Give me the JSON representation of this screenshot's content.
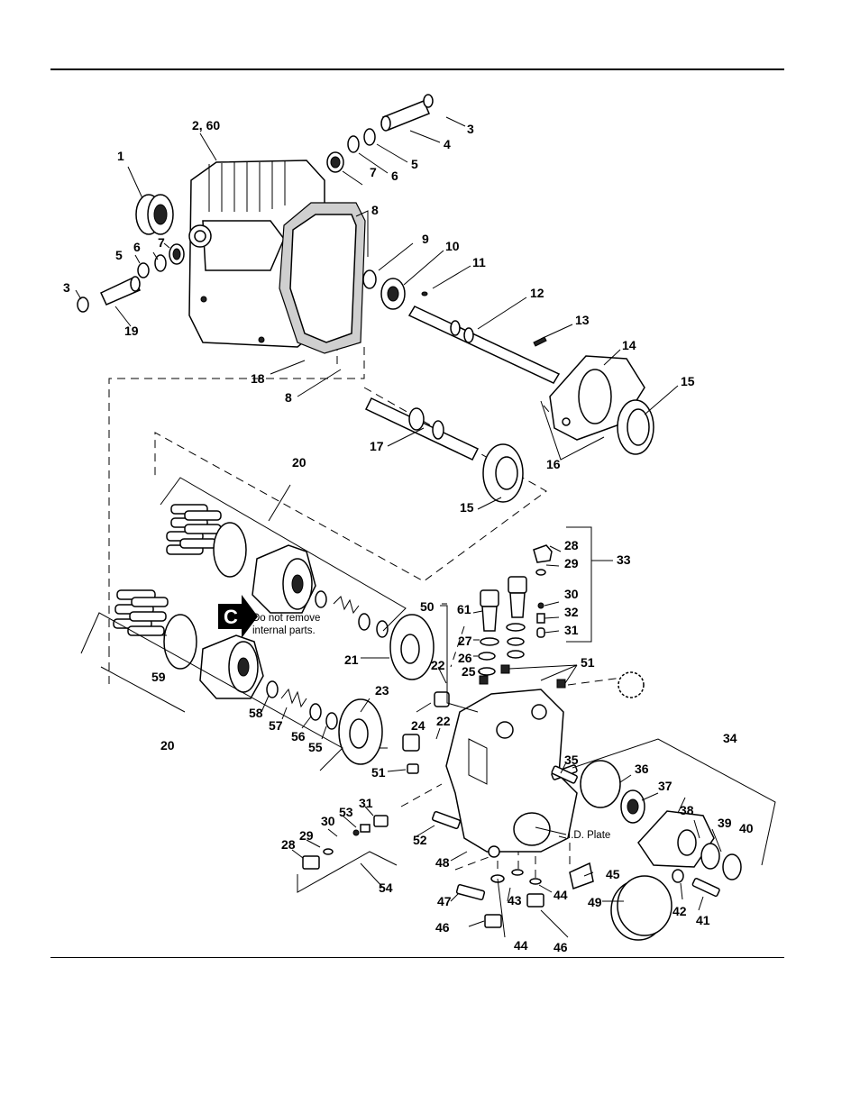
{
  "callout_badge": {
    "letter": "C",
    "note_line1": "Do not remove",
    "note_line2": "internal parts."
  },
  "id_plate_label": "I.D. Plate",
  "part_labels": [
    {
      "n": "1"
    },
    {
      "n": "2, 60"
    },
    {
      "n": "3"
    },
    {
      "n": "4"
    },
    {
      "n": "5"
    },
    {
      "n": "6"
    },
    {
      "n": "7"
    },
    {
      "n": "8"
    },
    {
      "n": "9"
    },
    {
      "n": "10"
    },
    {
      "n": "11"
    },
    {
      "n": "12"
    },
    {
      "n": "13"
    },
    {
      "n": "14"
    },
    {
      "n": "15"
    },
    {
      "n": "7"
    },
    {
      "n": "6"
    },
    {
      "n": "5"
    },
    {
      "n": "3"
    },
    {
      "n": "19"
    },
    {
      "n": "18"
    },
    {
      "n": "8"
    },
    {
      "n": "17"
    },
    {
      "n": "16"
    },
    {
      "n": "15"
    },
    {
      "n": "20"
    },
    {
      "n": "28"
    },
    {
      "n": "29"
    },
    {
      "n": "33"
    },
    {
      "n": "50"
    },
    {
      "n": "61"
    },
    {
      "n": "30"
    },
    {
      "n": "32"
    },
    {
      "n": "31"
    },
    {
      "n": "27"
    },
    {
      "n": "26"
    },
    {
      "n": "25"
    },
    {
      "n": "51"
    },
    {
      "n": "21"
    },
    {
      "n": "22"
    },
    {
      "n": "59"
    },
    {
      "n": "23"
    },
    {
      "n": "58"
    },
    {
      "n": "57"
    },
    {
      "n": "56"
    },
    {
      "n": "55"
    },
    {
      "n": "24"
    },
    {
      "n": "22"
    },
    {
      "n": "20"
    },
    {
      "n": "51"
    },
    {
      "n": "35"
    },
    {
      "n": "34"
    },
    {
      "n": "36"
    },
    {
      "n": "37"
    },
    {
      "n": "38"
    },
    {
      "n": "31"
    },
    {
      "n": "53"
    },
    {
      "n": "30"
    },
    {
      "n": "29"
    },
    {
      "n": "28"
    },
    {
      "n": "52"
    },
    {
      "n": "39"
    },
    {
      "n": "40"
    },
    {
      "n": "48"
    },
    {
      "n": "45"
    },
    {
      "n": "54"
    },
    {
      "n": "47"
    },
    {
      "n": "43"
    },
    {
      "n": "44"
    },
    {
      "n": "49"
    },
    {
      "n": "42"
    },
    {
      "n": "41"
    },
    {
      "n": "46"
    },
    {
      "n": "44"
    },
    {
      "n": "46"
    }
  ]
}
